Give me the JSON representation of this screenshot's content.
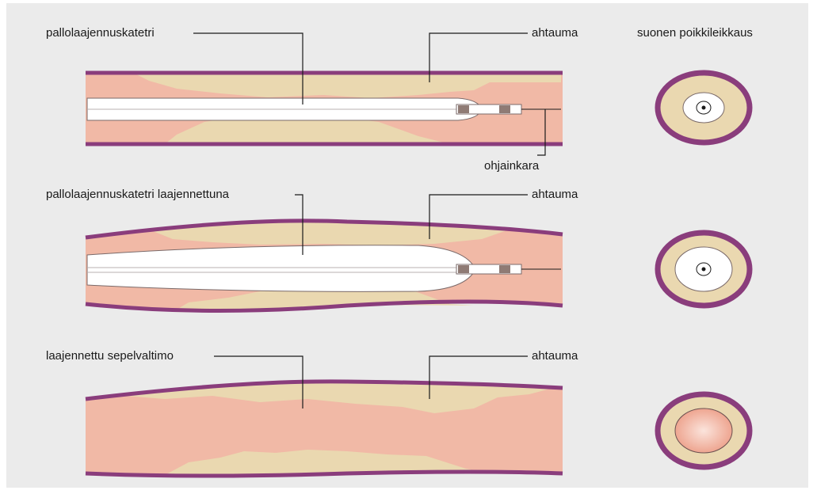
{
  "rows": [
    {
      "left_label": "pallolaajennuskatetri",
      "right_label": "ahtauma",
      "extra_label": "ohjainkara"
    },
    {
      "left_label": "pallolaajennuskatetri laajennettuna",
      "right_label": "ahtauma"
    },
    {
      "left_label": "laajennettu sepelvaltimo",
      "right_label": "ahtauma"
    }
  ],
  "cross_section_label": "suonen poikkileikkaus",
  "colors": {
    "background": "#ebebeb",
    "vessel_wall": "#8a3d7c",
    "lumen": "#f1b9a6",
    "plaque": "#ead8b0",
    "balloon": "#ffffff",
    "line": "#1a1a1a"
  }
}
